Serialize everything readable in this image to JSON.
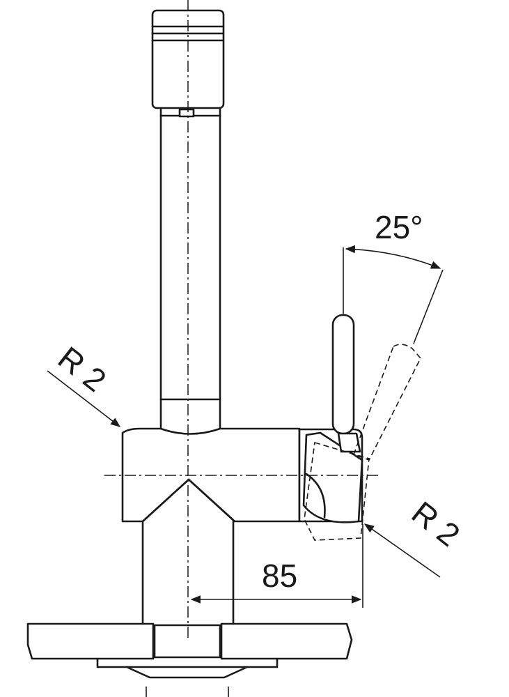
{
  "labels": {
    "angle": "25°",
    "radius_left": "R 2",
    "radius_right": "R 2",
    "width": "85"
  }
}
